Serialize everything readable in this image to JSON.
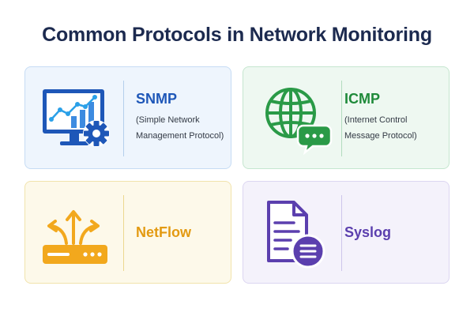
{
  "title": "Common Protocols in Network Monitoring",
  "cards": [
    {
      "name": "SNMP",
      "description_line1": "(Simple Network",
      "description_line2": "Management Protocol)",
      "icon": "monitor-chart-gear-icon",
      "accent": "#1e57b8",
      "background": "#eef5fd"
    },
    {
      "name": "ICMP",
      "description_line1": "(Internet Control",
      "description_line2": "Message Protocol)",
      "icon": "globe-chat-icon",
      "accent": "#1f8a3a",
      "background": "#eef8f1"
    },
    {
      "name": "NetFlow",
      "icon": "router-arrows-icon",
      "accent": "#e39a12",
      "background": "#fdf9ea"
    },
    {
      "name": "Syslog",
      "icon": "log-document-icon",
      "accent": "#5b3fae",
      "background": "#f4f2fb"
    }
  ]
}
